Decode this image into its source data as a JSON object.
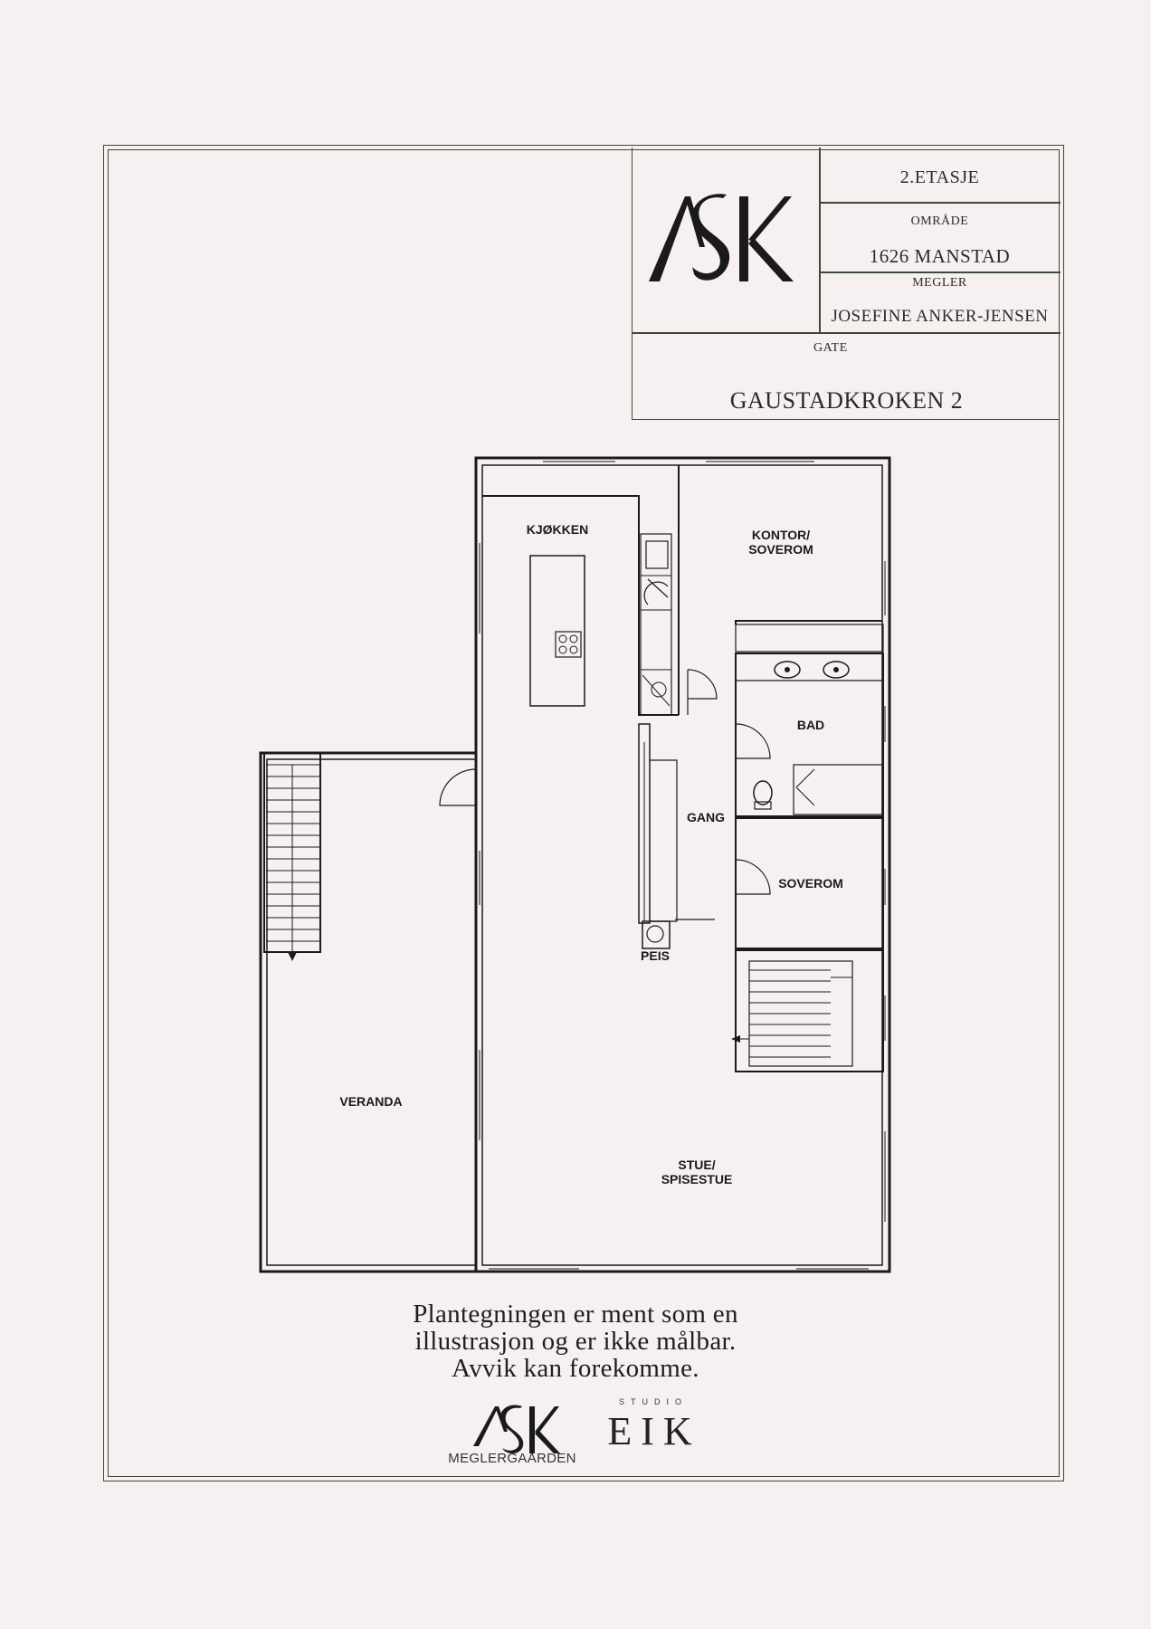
{
  "title_block": {
    "floor": "2.ETASJE",
    "area_label": "OMRÅDE",
    "area_value": "1626 MANSTAD",
    "agent_label": "MEGLER",
    "agent_value": "JOSEFINE ANKER-JENSEN",
    "street_label": "GATE",
    "street_value": "GAUSTADKROKEN 2"
  },
  "rooms": {
    "kitchen": "KJØKKEN",
    "office_line1": "KONTOR/",
    "office_line2": "SOVEROM",
    "bathroom": "BAD",
    "hallway": "GANG",
    "bedroom": "SOVEROM",
    "fireplace": "PEIS",
    "veranda": "VERANDA",
    "living_line1": "STUE/",
    "living_line2": "SPISESTUE"
  },
  "disclaimer": {
    "line1": "Plantegningen er ment som en",
    "line2": "illustrasjon og er ikke målbar.",
    "line3": "Avvik kan forekomme."
  },
  "footer": {
    "ask_brand": "ASK",
    "meglergaarden": "MEGLERGAARDEN",
    "studio": "STUDIO",
    "eik": "EIK"
  },
  "colors": {
    "background": "#f6f1f0",
    "frame": "#3b4a3b",
    "ink": "#1a1a1a"
  }
}
